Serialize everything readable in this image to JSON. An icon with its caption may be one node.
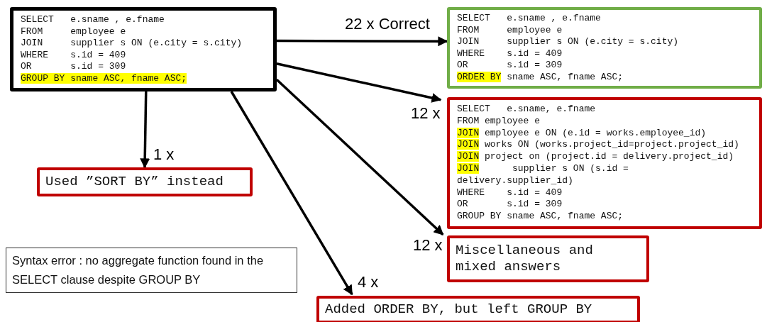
{
  "diagram": {
    "nodes": [
      {
        "text": [
          "SELECT   e.sname , e.fname",
          "FROM     employee e",
          "JOIN     supplier s ON (e.city = s.city)",
          "WHERE    s.id = 409",
          "OR       s.id = 309",
          "GROUP BY sname ASC, fname ASC;"
        ]
      },
      {
        "text": [
          "SELECT   e.sname , e.fname",
          "FROM     employee e",
          "JOIN     supplier s ON (e.city = s.city)",
          "WHERE    s.id = 409",
          "OR       s.id = 309",
          "ORDER BY sname ASC, fname ASC;"
        ]
      },
      {
        "text": [
          "SELECT   e.sname, e.fname",
          "FROM employee e",
          "JOIN employee e ON (e.id = works.employee_id)",
          "JOIN works ON (works.project_id=project.project_id)",
          "JOIN project on (project.id = delivery.project_id)",
          "JOIN      supplier s ON (s.id = delivery.supplier_id)",
          "WHERE    s.id = 409",
          "OR       s.id = 309",
          "GROUP BY sname ASC, fname ASC;"
        ]
      },
      {
        "text": [
          "Used ”SORT BY” instead"
        ]
      },
      {
        "text": [
          "Miscellaneous and mixed answers"
        ]
      },
      {
        "text": [
          "Added ORDER BY, but left GROUP BY"
        ]
      },
      {
        "text": [
          "Syntax error : no aggregate function found in the SELECT clause despite GROUP BY"
        ]
      }
    ],
    "edges": [
      {
        "from": 0,
        "to": 1,
        "arrow": "to",
        "label": "22 x Correct"
      },
      {
        "from": 0,
        "to": 2,
        "arrow": "to",
        "label": "12 x"
      },
      {
        "from": 0,
        "to": 3,
        "arrow": "to",
        "label": "1 x"
      },
      {
        "from": 0,
        "to": 4,
        "arrow": "to",
        "label": "12 x"
      },
      {
        "from": 0,
        "to": 5,
        "arrow": "to",
        "label": "4 x"
      }
    ]
  }
}
